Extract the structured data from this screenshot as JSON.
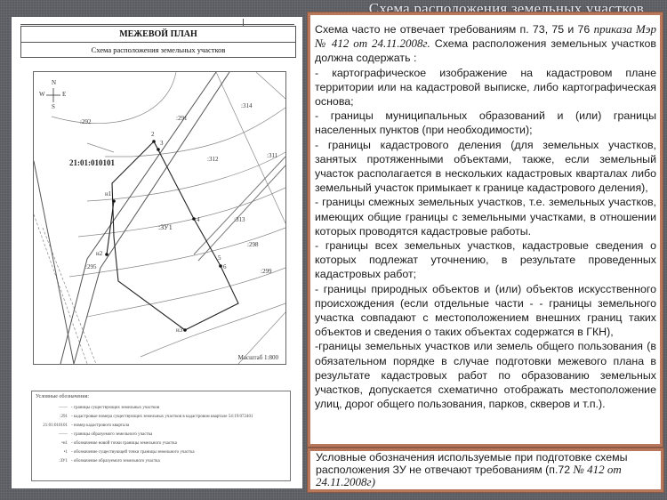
{
  "slide": {
    "title": "Схема расположения земельных участков"
  },
  "plan": {
    "title": "МЕЖЕВОЙ ПЛАН",
    "subtitle": "Схема расположения земельных участков",
    "compass": {
      "n": "N",
      "s": "S",
      "w": "W",
      "e": "E"
    },
    "labels": {
      "quarter": "21:01:010101",
      "p292": ":292",
      "p291": ":291",
      "p314": ":314",
      "p312": ":312",
      "p311": ":311",
      "p313": ":313",
      "zu1": ":ЗУ1",
      "p295": ":295",
      "p299": ":299",
      "p298": ":298",
      "n1": "н1",
      "n2": "н2",
      "n3": "н3",
      "pt2": "2",
      "pt3": "3",
      "pt4": "4",
      "pt5": "5",
      "pt6": "6"
    },
    "scale": "Масштаб 1:800",
    "legend": {
      "title": "Условные обозначения:",
      "items": [
        {
          "sym": "——",
          "text": "- границы существующих земельных участков"
        },
        {
          "sym": ":291",
          "text": "- кадастровые номера существующих земельных участков в кадастровом квартале 54:19:072401"
        },
        {
          "sym": "21:01:010101",
          "text": "- номер кадастрового квартала"
        },
        {
          "sym": "——",
          "text": "- границы образуемого земельного участка"
        },
        {
          "sym": "•н1",
          "text": "- обозначение новой точки границы земельного участка"
        },
        {
          "sym": "•1",
          "text": "- обозначение существующей точки границы земельного участка"
        },
        {
          "sym": ":ЗУ1",
          "text": "- обозначение образуемого земельного участка"
        }
      ]
    }
  },
  "main_text": {
    "p1_a": "Схема часто не отвечает требованиям п. 73, 75 и 76 ",
    "p1_b": "приказа  Мэр № 412 от 24.11.2008г.",
    "p1_c": " Схема расположения земельных участков должна содержать :",
    "items": [
      "- картографическое изображение на кадастровом плане территории или на кадастровой выписке, либо картографическая основа;",
      "- границы муниципальных образований и (или) границы населенных пунктов (при необходимости);",
      "- границы кадастрового деления (для земельных участков, занятых протяженными объектами, также, если земельный участок располагается в нескольких кадастровых кварталах либо земельный участок примыкает к границе кадастрового деления),",
      " - границы смежных земельных участков, т.е. земельных участков, имеющих общие границы с земельными участками, в отношении которых проводятся кадастровые работы.",
      " - границы всех земельных участков, кадастровые сведения о которых подлежат уточнению, в результате проведенных кадастровых работ;",
      "- границы природных объектов и (или) объектов искусственного происхождения (если отдельные части - - границы земельного участка совпадают с местоположением внешних границ таких объектов и сведения о таких объектах содержатся в ГКН),",
      "-границы земельных участков или земель общего пользования (в обязательном порядке в случае подготовки межевого плана в результате кадастровых работ по образованию земельных участков, допускается схематично отображать местоположение улиц, дорог общего пользования, парков, скверов и т.п.)."
    ]
  },
  "note": {
    "a": "Условные обозначения используемые при подготовке схемы расположения ЗУ не отвечают требованиям (п.72 ",
    "b": "№ 412 от 24.11.2008г)"
  },
  "colors": {
    "background": "#5b5c62",
    "box_border": "#b8765a"
  }
}
